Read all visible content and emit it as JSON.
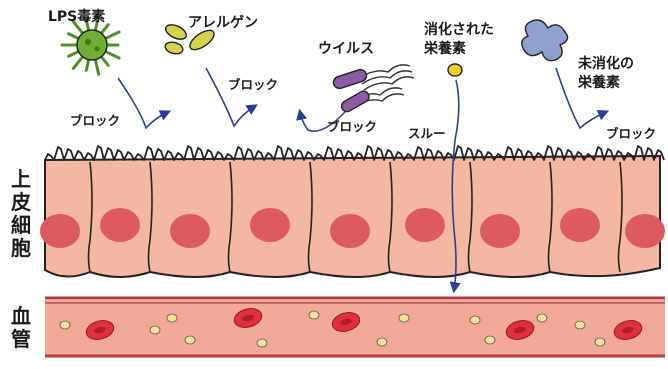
{
  "labels": {
    "lps": "LPS毒素",
    "allergen": "アレルゲン",
    "virus": "ウイルス",
    "digested_line1": "消化された",
    "digested_line2": "栄養素",
    "undigested_line1": "未消化の",
    "undigested_line2": "栄養素",
    "block": "ブロック",
    "through": "スルー",
    "epithelial": [
      "上",
      "皮",
      "細",
      "胞"
    ],
    "blood_vessel": [
      "血",
      "管"
    ]
  },
  "colors": {
    "cell_fill": "#f4b7a1",
    "nucleus": "#dd5a5e",
    "vessel_band": "#f2a897",
    "vessel_edge": "#b83a3f",
    "red_blood_cell": "#e0303c",
    "yellow_particle": "#f6e39a",
    "lps_green": "#6fae34",
    "allergen_yellow": "#d4d24a",
    "virus_purple": "#8c5ba7",
    "undigested_blue": "#8f9fd0",
    "nutrient_yellow": "#f2d020",
    "arrow_blue": "#2a3f9c",
    "outline": "#222222"
  }
}
